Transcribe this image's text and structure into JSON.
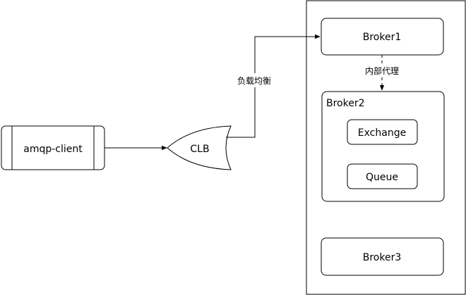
{
  "client": {
    "label": "amqp-client"
  },
  "load_balancer": {
    "label": "CLB"
  },
  "edges": {
    "lb_label": "负载均衡",
    "proxy_label": "内部代理"
  },
  "cluster": {
    "broker1": "Broker1",
    "broker2": {
      "title": "Broker2",
      "exchange": "Exchange",
      "queue": "Queue"
    },
    "broker3": "Broker3"
  },
  "colors": {
    "stroke": "#000000",
    "background": "#ffffff"
  }
}
